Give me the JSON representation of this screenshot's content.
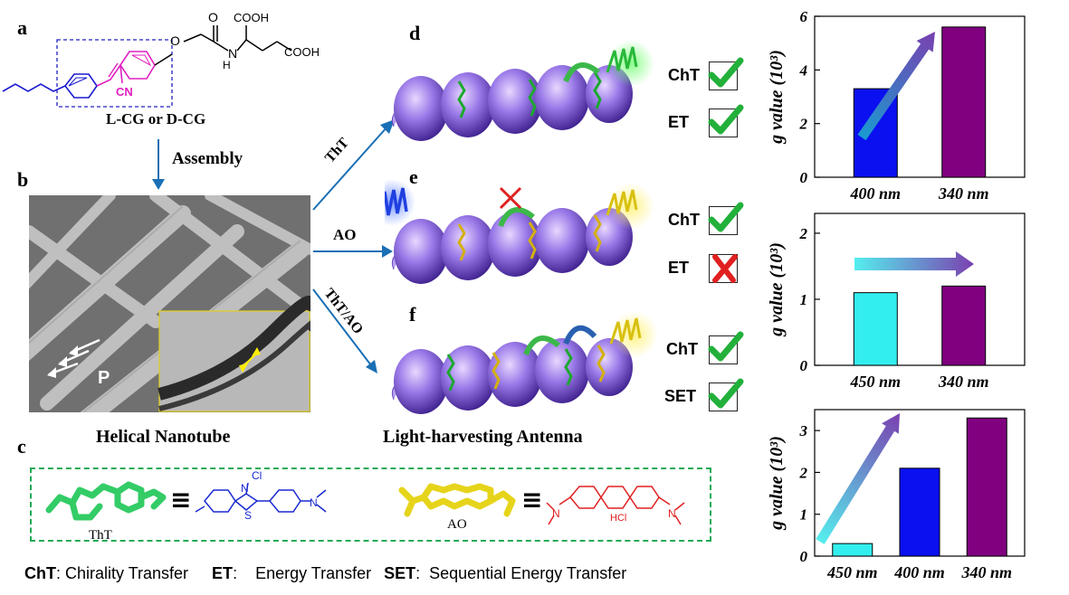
{
  "panels": {
    "a": "a",
    "b": "b",
    "c": "c",
    "d": "d",
    "e": "e",
    "f": "f"
  },
  "molecule": {
    "name": "L-CG or D-CG",
    "cooh_top": "COOH",
    "cooh_right": "COOH",
    "o_carbonyl": "O",
    "o_ether": "O",
    "nh": "N",
    "h": "H",
    "cn": "CN"
  },
  "arrows": {
    "assembly": "Assembly",
    "tht": "ThT",
    "ao": "AO",
    "tht_ao": "ThT/AO"
  },
  "captions": {
    "helical_nanotube": "Helical Nanotube",
    "light_harvesting": "Light-harvesting Antenna",
    "sem_marker": "P"
  },
  "checks": [
    {
      "label": "ChT",
      "state": "yes"
    },
    {
      "label": "ET",
      "state": "yes"
    },
    {
      "label": "ChT",
      "state": "yes"
    },
    {
      "label": "ET",
      "state": "no"
    },
    {
      "label": "ChT",
      "state": "yes"
    },
    {
      "label": "SET",
      "state": "yes"
    }
  ],
  "structures": {
    "tht_label": "ThT",
    "ao_label": "AO",
    "equiv": "≡",
    "cl": "Cl",
    "n_plus": "N",
    "s": "S",
    "n": "N",
    "hcl": "HCl"
  },
  "legend": {
    "cht_abbr": "ChT",
    "cht_text": ": Chirality Transfer",
    "et_abbr": "ET",
    "et_text": ":    Energy Transfer",
    "set_abbr": "SET",
    "set_text": ":  Sequential Energy Transfer"
  },
  "colors": {
    "blue": "#0a10f0",
    "purple": "#800080",
    "cyan": "#33eeee",
    "magenta": "#e020c0",
    "green": "#22aa44",
    "yellow": "#e6d41a",
    "red": "#e02020"
  },
  "chart_data": [
    {
      "type": "bar",
      "categories": [
        "400 nm",
        "340 nm"
      ],
      "values": [
        3.3,
        5.6
      ],
      "colors": [
        "#0a10f0",
        "#800080"
      ],
      "ylabel": "g value (10³)",
      "ylim": [
        0,
        6
      ],
      "yticks": [
        0,
        2,
        4,
        6
      ]
    },
    {
      "type": "bar",
      "categories": [
        "450 nm",
        "340 nm"
      ],
      "values": [
        1.1,
        1.2
      ],
      "colors": [
        "#33eeee",
        "#800080"
      ],
      "ylabel": "g value (10³)",
      "ylim": [
        0,
        2.3
      ],
      "yticks": [
        0,
        1,
        2
      ]
    },
    {
      "type": "bar",
      "categories": [
        "450 nm",
        "400 nm",
        "340 nm"
      ],
      "values": [
        0.3,
        2.1,
        3.3
      ],
      "colors": [
        "#33eeee",
        "#0a10f0",
        "#800080"
      ],
      "ylabel": "g value (10³)",
      "ylim": [
        0,
        3.5
      ],
      "yticks": [
        0,
        1,
        2,
        3
      ]
    }
  ]
}
